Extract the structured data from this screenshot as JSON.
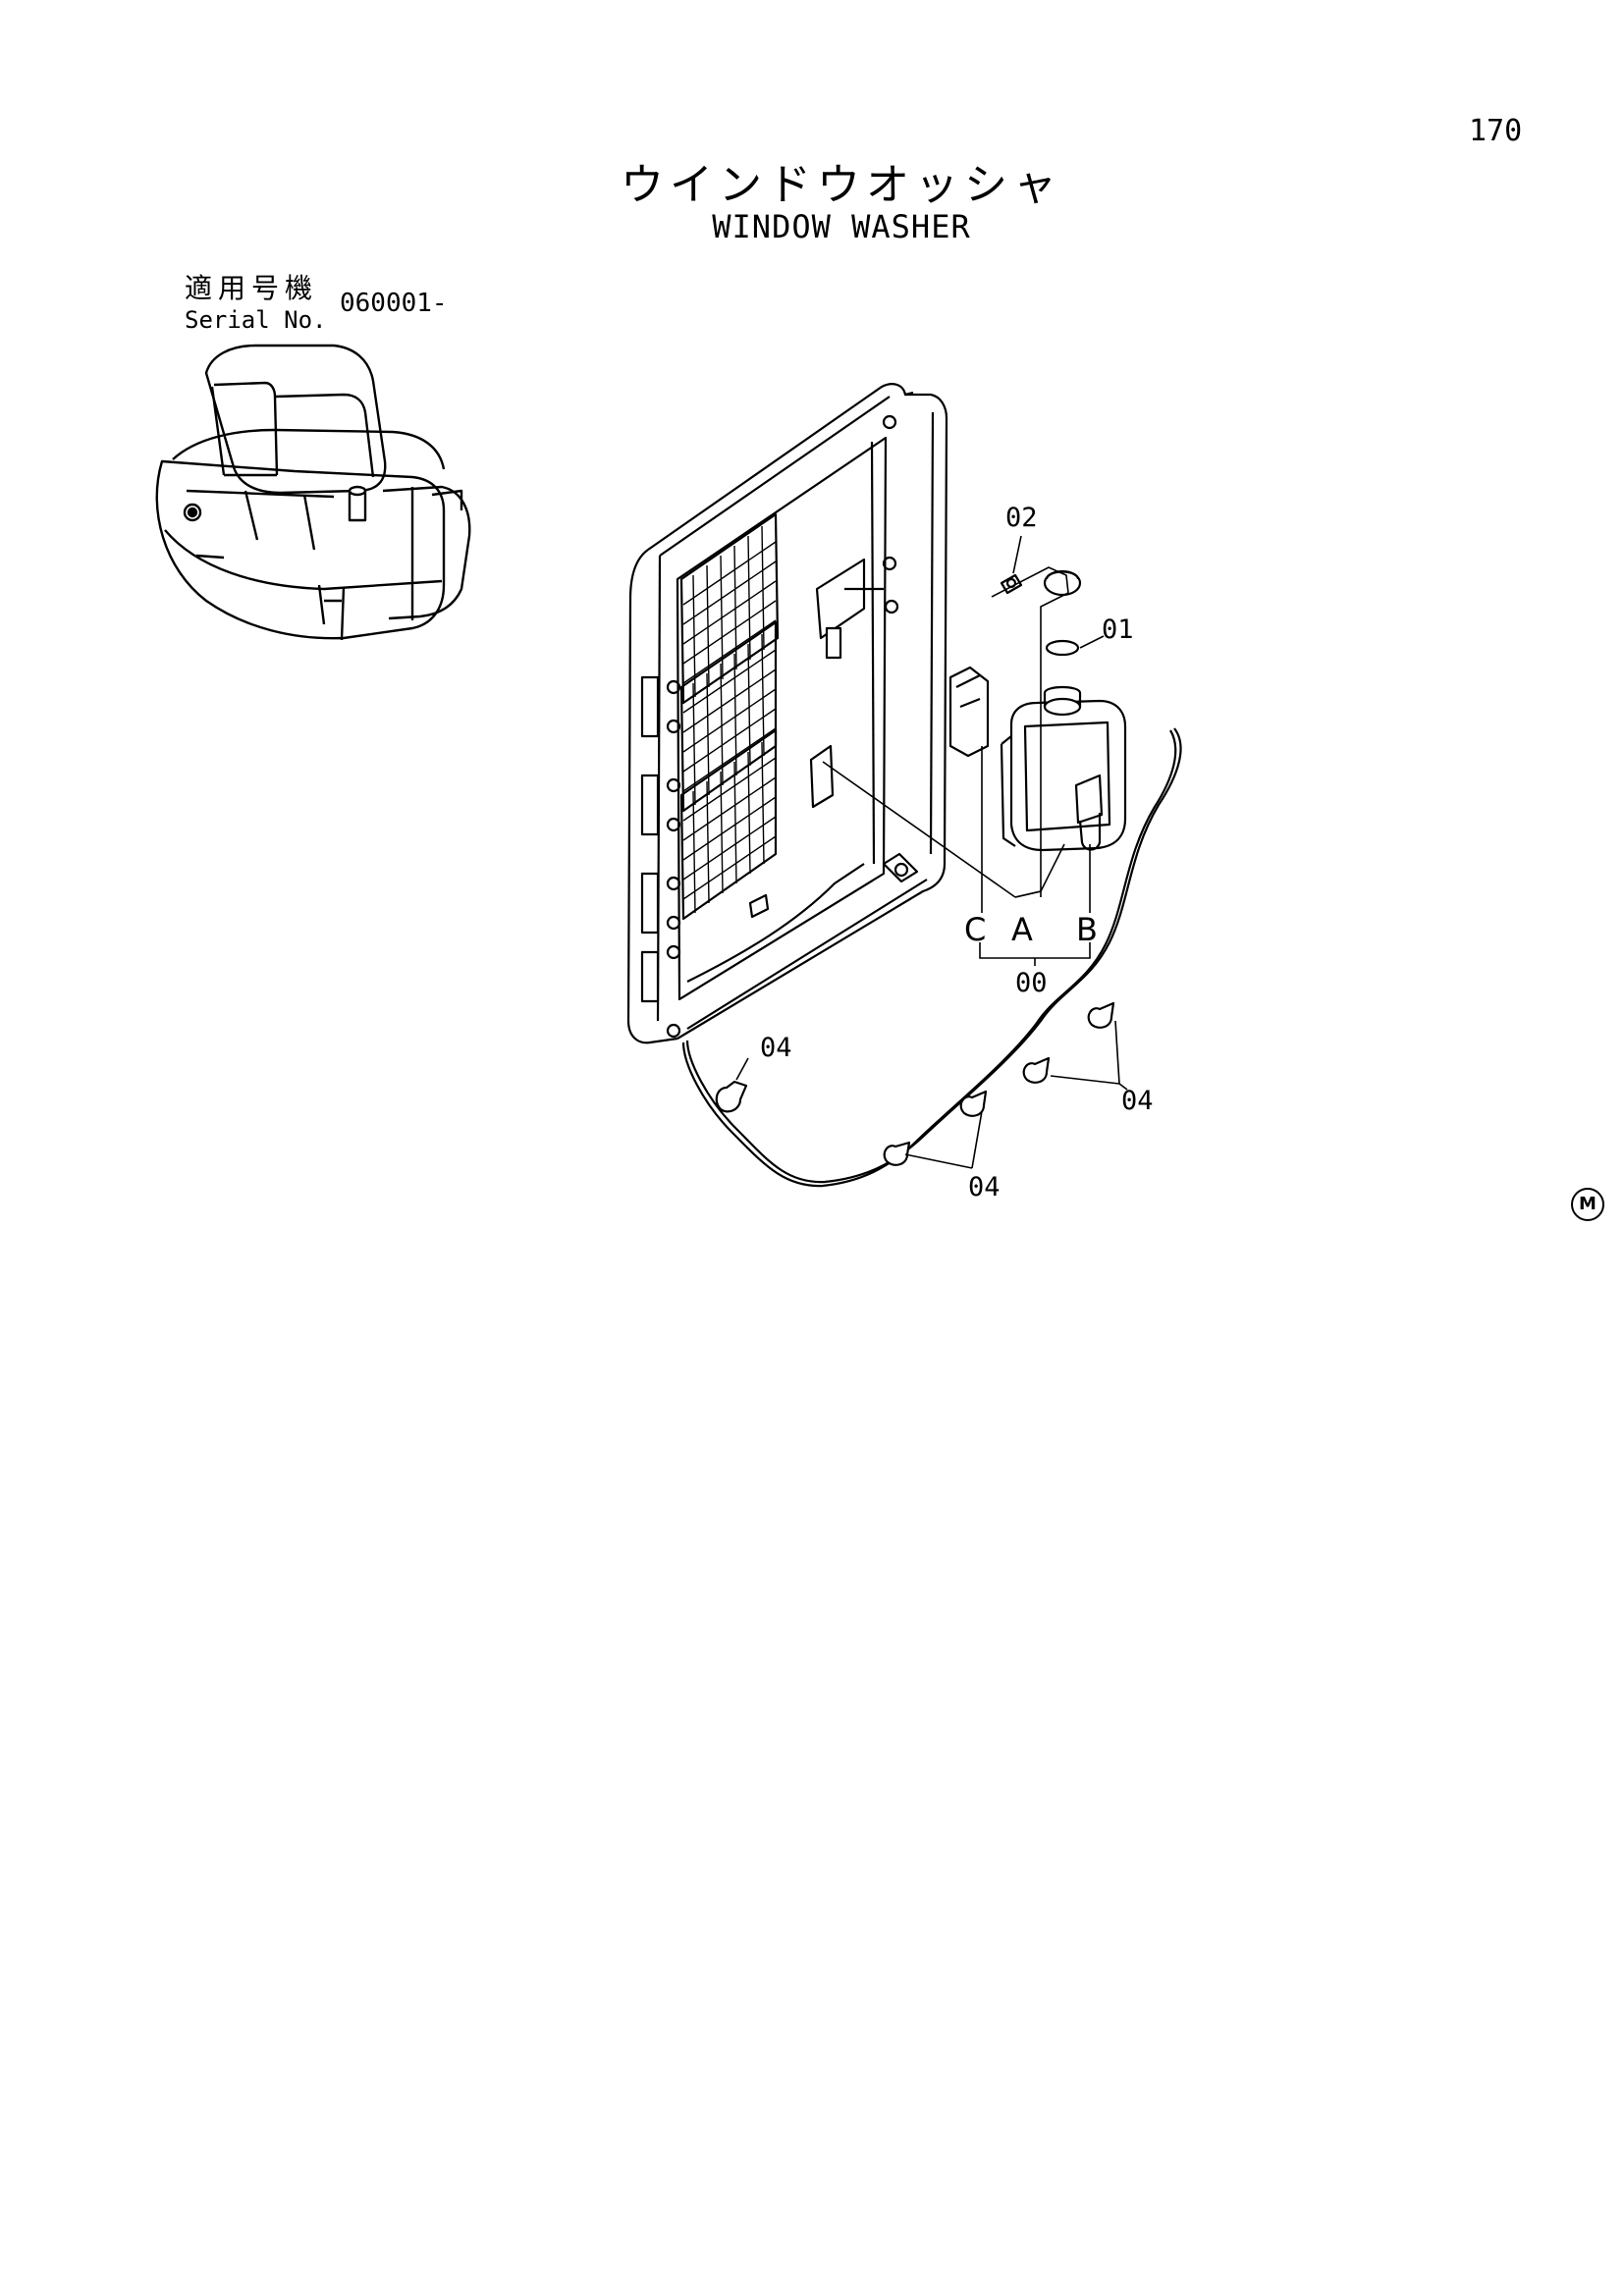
{
  "header": {
    "page_number": "170",
    "title_jp": "ウインドウオッシャ",
    "title_en": "WINDOW WASHER"
  },
  "serial": {
    "label_jp": "適用号機",
    "label_en": "Serial No.",
    "value": "060001-"
  },
  "callouts": {
    "part_02": "02",
    "part_01": "01",
    "ref_c": "C",
    "ref_a": "A",
    "ref_b": "B",
    "part_00": "00",
    "hose_clip_left": "04",
    "hose_clip_right": "04",
    "hose_clip_bottom": "04"
  },
  "marks": {
    "m_symbol": "M"
  },
  "icons": {
    "machine_location": "excavator-cab-icon",
    "washer_tank": "washer-tank-icon",
    "cab_panel": "cab-rear-panel-icon"
  }
}
